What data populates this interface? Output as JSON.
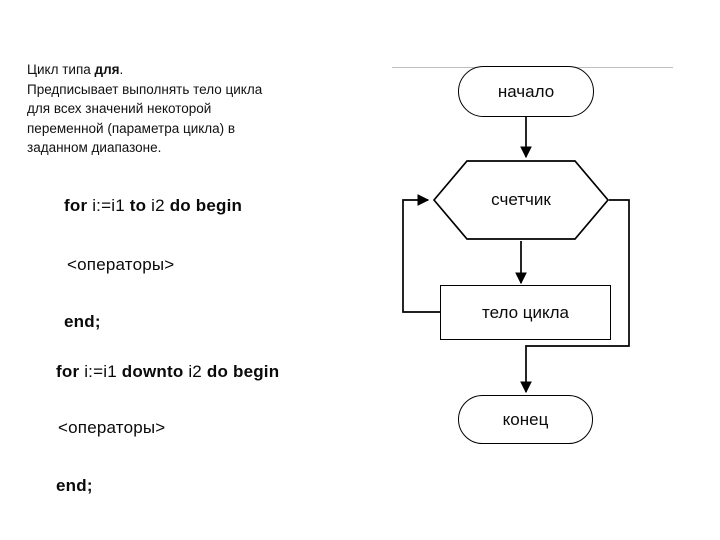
{
  "slide": {
    "title_line": "Цикл типа для.",
    "description": {
      "lead_plain": "Цикл типа ",
      "lead_bold": "для",
      "lead_tail": ".",
      "lines": [
        "Предписывает выполнять тело цикла",
        "для всех значений некоторой",
        "переменной (параметра цикла) в",
        "заданном диапазоне."
      ]
    },
    "code_blocks": [
      {
        "header": {
          "kw1": "for",
          "var": " i:=i1 ",
          "kw2": "to",
          "var2": " i2 ",
          "kw3": "do begin",
          "full": "for i:=i1 to i2 do begin"
        },
        "operators": "<операторы>",
        "end": "end;"
      },
      {
        "header": {
          "kw1": "for",
          "var": " i:=i1 ",
          "kw2": "downto",
          "var2": " i2 ",
          "kw3": "do begin",
          "full": "for i:=i1 downto i2 do begin"
        },
        "operators": "<операторы>",
        "end": "end;"
      }
    ]
  },
  "flowchart": {
    "nodes": {
      "start": "начало",
      "counter": "счетчик",
      "body": "тело цикла",
      "end": "конец"
    },
    "colors": {
      "stroke": "#000000",
      "fill": "#ffffff",
      "rule": "#bfbfbf",
      "text": "#0a0a0a"
    }
  }
}
